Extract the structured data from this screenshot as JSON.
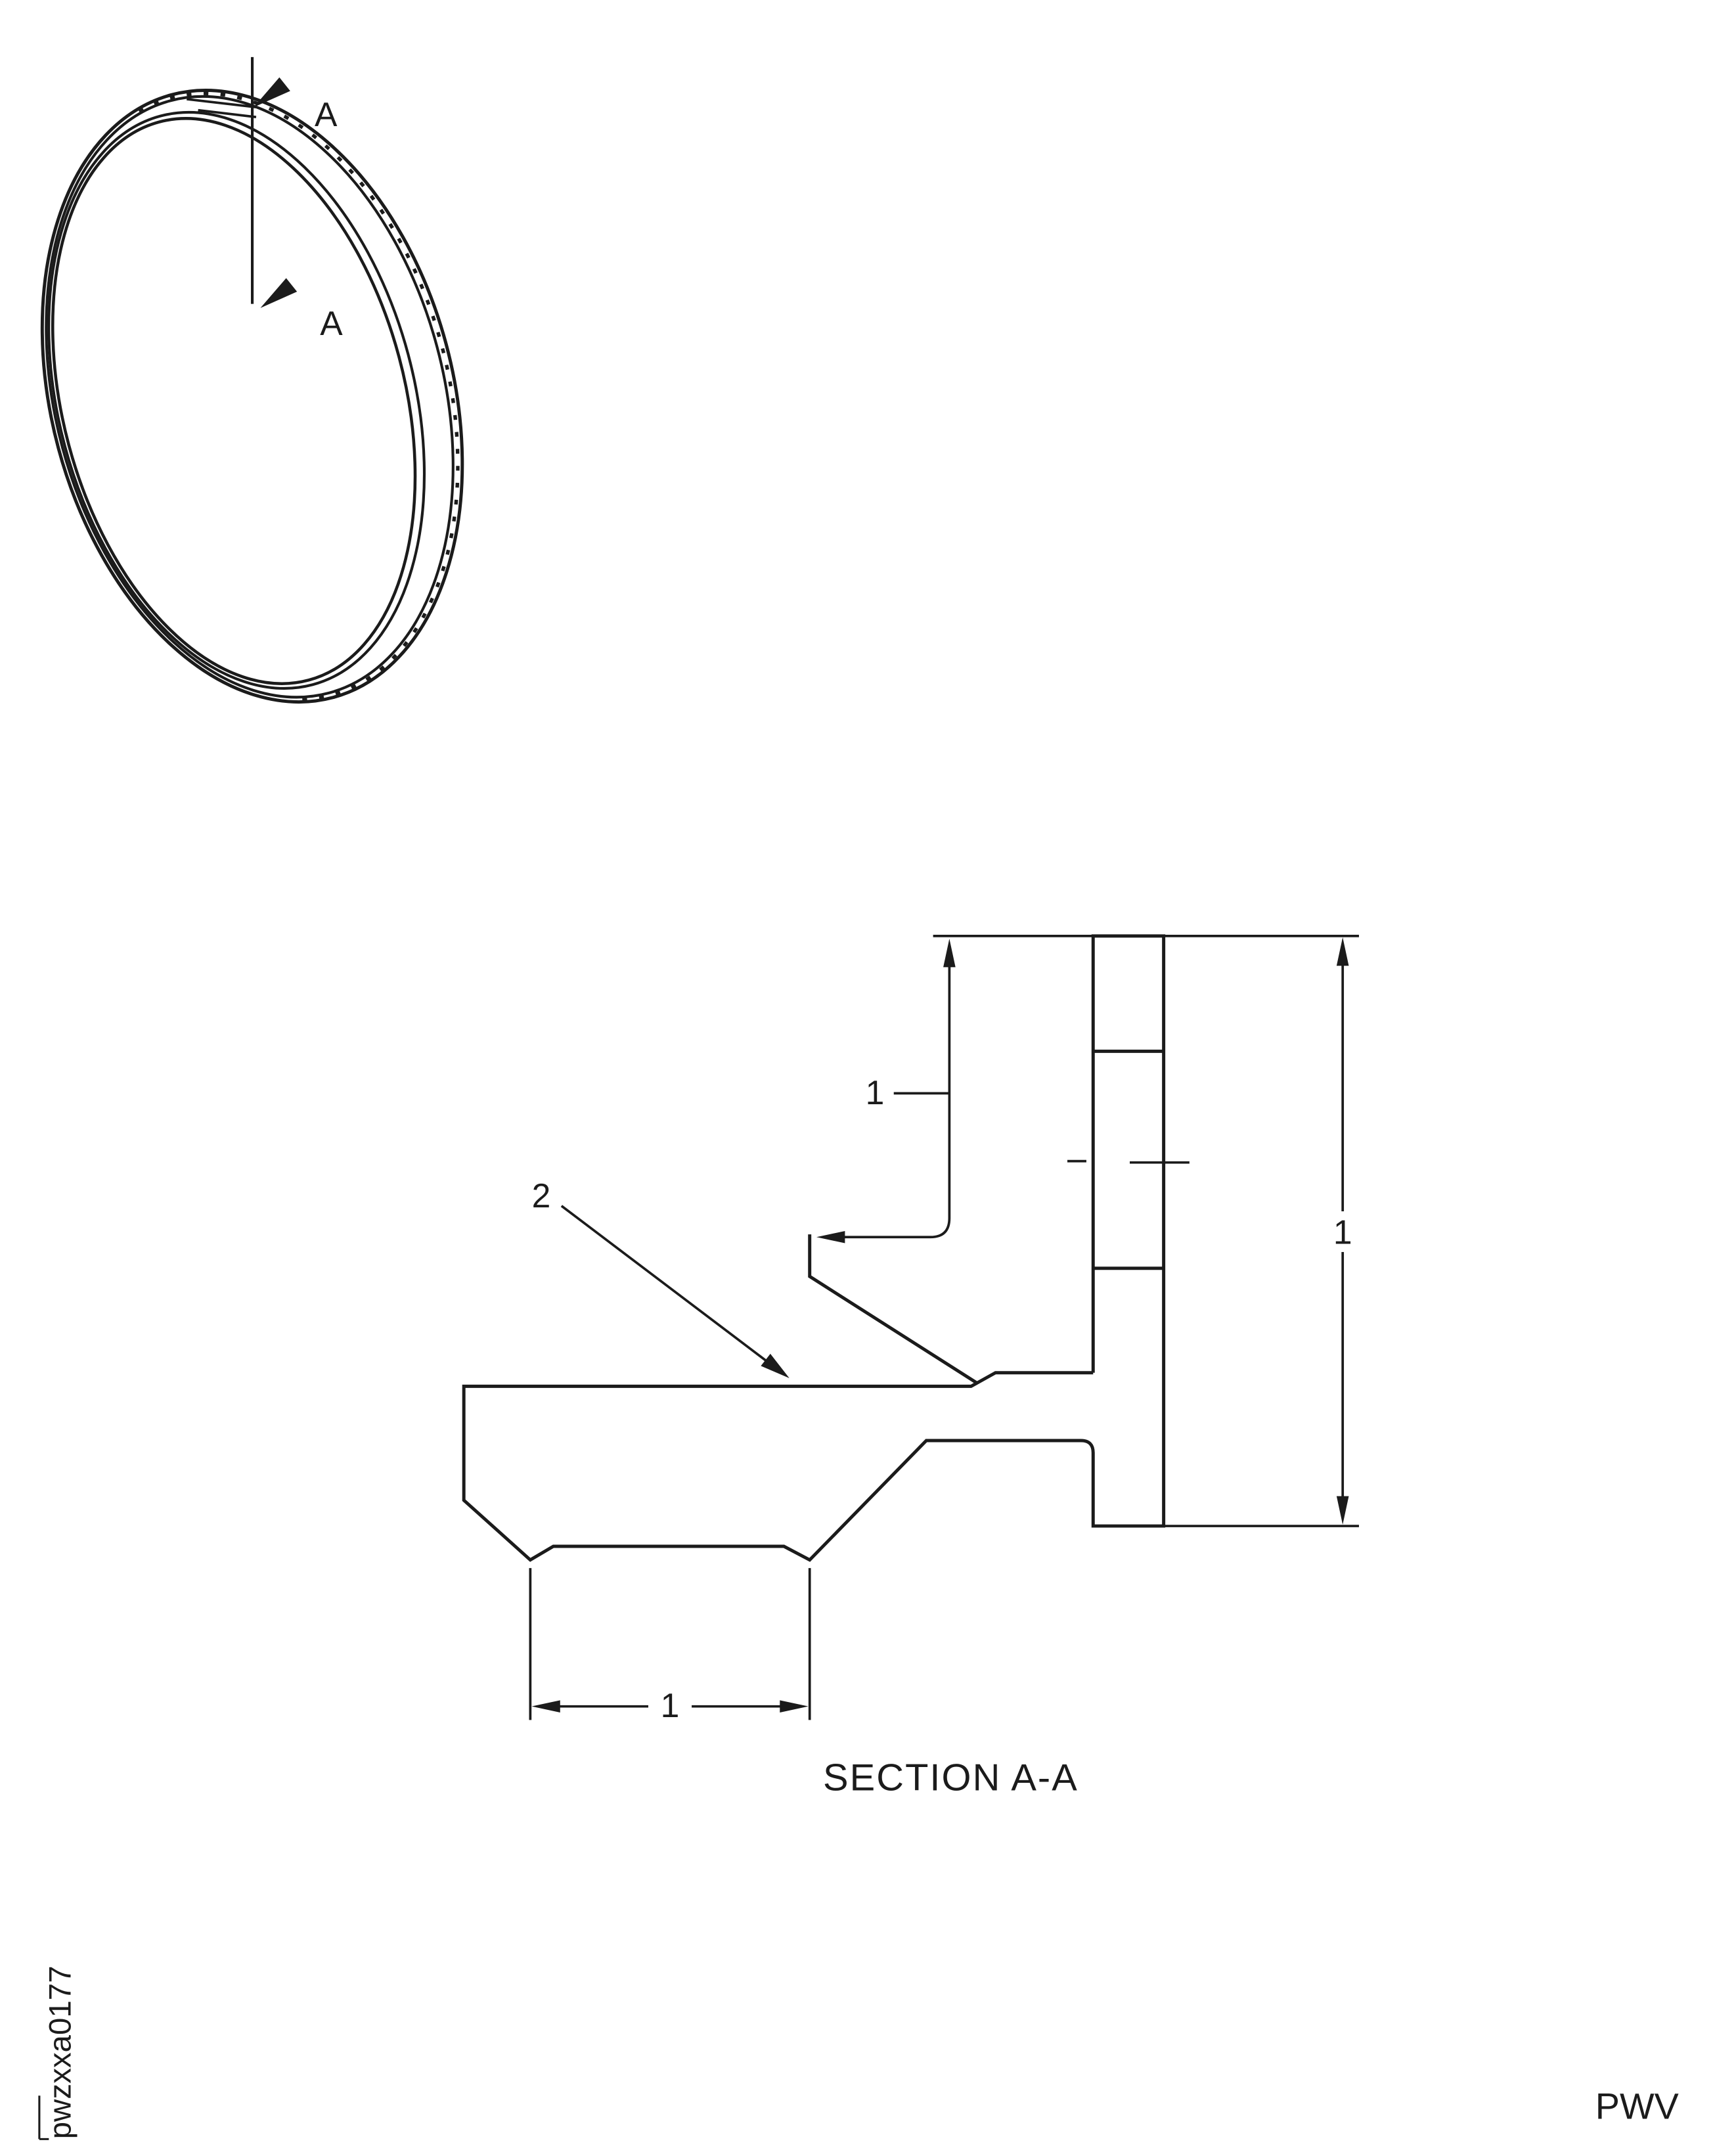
{
  "drawing": {
    "section_cut": {
      "label_top": "A",
      "label_bottom": "A"
    },
    "section_view": {
      "title": "SECTION A-A",
      "callout_item1_upper": "1",
      "callout_item2": "2",
      "callout_item1_right": "1",
      "callout_item1_lower": "1"
    },
    "footer": {
      "figure_id": "pwzxxa0177",
      "page_code": "PWV"
    }
  }
}
